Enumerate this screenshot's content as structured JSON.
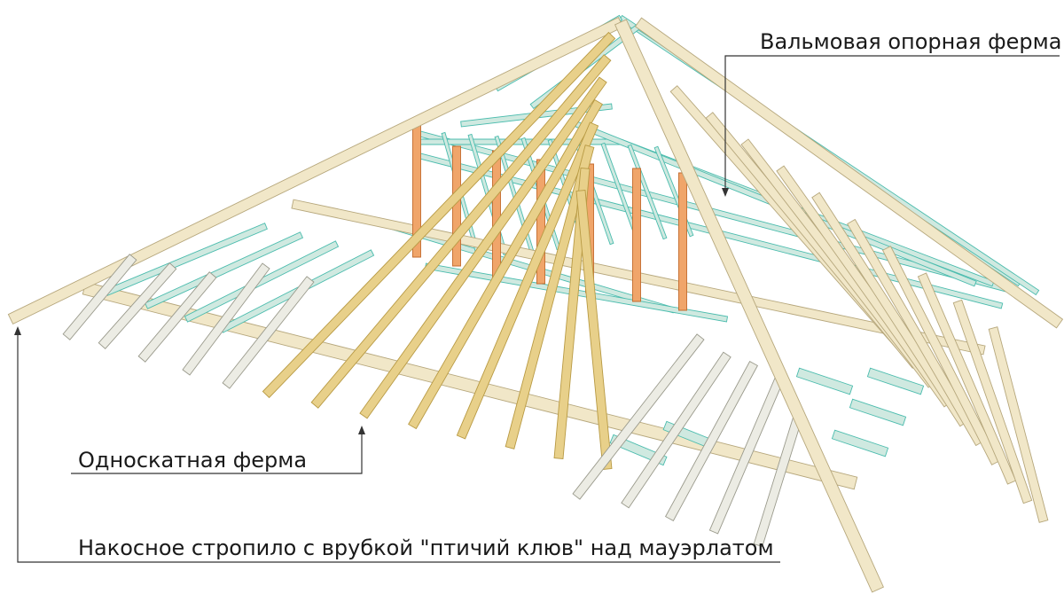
{
  "labels": {
    "hip_support_truss": "Вальмовая опорная ферма",
    "mono_pitch_truss": "Односкатная ферма",
    "hip_rafter": "Накосное стропило с врубкой \"птичий клюв\" над мауэрлатом"
  },
  "colors": {
    "timber": "#f1e7c8",
    "timber_edge": "#b6a77c",
    "cyan_truss": "#cfe9e0",
    "cyan_edge": "#4bbcae",
    "stud": "#f0a56a",
    "stud_edge": "#c46a2d",
    "rafter_gold": "#e8d08a",
    "rafter_gold_edge": "#b89a44",
    "leader": "#333333"
  }
}
